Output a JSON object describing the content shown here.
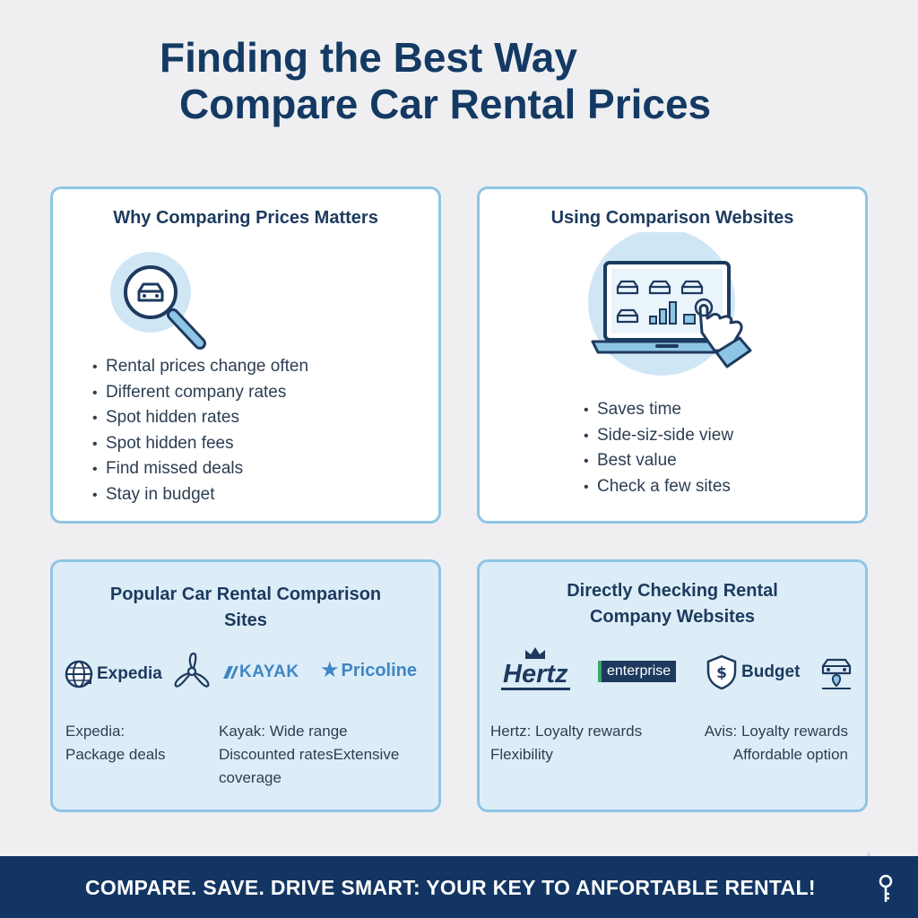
{
  "title": {
    "line1": "Finding the Best Way",
    "line2": "Compare Car Rental Prices"
  },
  "card_why": {
    "title": "Why Comparing Prices Matters",
    "icon": "car-magnifier-icon",
    "bullets": [
      "Rental prices change often",
      "Different company rates",
      "Spot hidden rates",
      "Spot hidden fees",
      "Find missed deals",
      "Stay in budget"
    ]
  },
  "card_sites": {
    "title": "Using Comparison Websites",
    "icon": "laptop-hand-icon",
    "bullets": [
      "Saves time",
      "Side-siz-side view",
      "Best value",
      "Check a few sites"
    ]
  },
  "card_popular": {
    "title_line1": "Popular Car Rental Comparison",
    "title_line2": "Sites",
    "logos": {
      "expedia": "Expedia",
      "kayak": "KAYAK",
      "priceline": "Pricoline"
    },
    "desc_expedia": [
      "Expedia:",
      "Package deals"
    ],
    "desc_kayak": [
      "Kayak: Wide range",
      "Discounted rates",
      "coverage"
    ],
    "desc_extensive": "Extensive"
  },
  "card_direct": {
    "title_line1": "Directly Checking Rental",
    "title_line2": "Company Websites",
    "logos": {
      "hertz": "Hertz",
      "enterprise": "enterprise",
      "budget": "Budget"
    },
    "desc_hertz": [
      "Hertz: Loyalty rewards",
      "Flexibility"
    ],
    "desc_avis": [
      "Avis: Loyalty rewards",
      "Affordable option"
    ]
  },
  "footer": {
    "text": "COMPARE. SAVE. DRIVE SMART: YOUR KEY TO ANFORTABLE RENTAL!"
  },
  "colors": {
    "navy": "#143a64",
    "card_border": "#8fc5e4",
    "card_blue": "#dcedf8",
    "footer": "#123563"
  }
}
